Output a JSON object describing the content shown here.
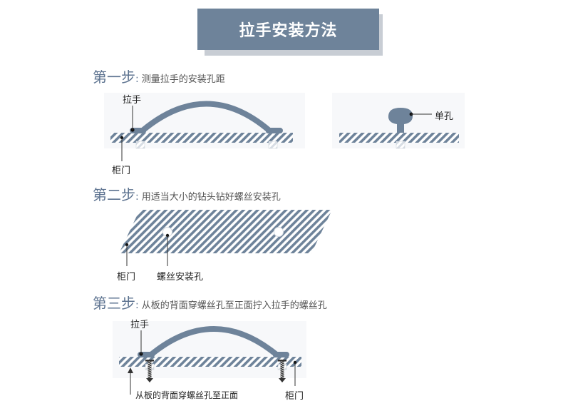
{
  "header": {
    "title": "拉手安装方法"
  },
  "steps": [
    {
      "title": "第一步",
      "colon": ":",
      "desc": "测量拉手的安装孔距"
    },
    {
      "title": "第二步",
      "colon": ":",
      "desc": "用适当大小的钻头钻好螺丝安装孔"
    },
    {
      "title": "第三步",
      "colon": ":",
      "desc": "从板的背面穿螺丝孔至正面拧入拉手的螺丝孔"
    }
  ],
  "labels": {
    "handle": "拉手",
    "cabinet_door": "柜门",
    "single_hole": "单孔",
    "screw_hole": "螺丝安装孔",
    "from_back": "从板的背面穿螺丝孔至正面"
  },
  "colors": {
    "banner_bg": "#6e839a",
    "handle": "#6e839a",
    "board_stripe_dark": "#6e839a",
    "board_stripe_light": "#ffffff",
    "step_title": "#5d7390",
    "screw": "#333333"
  }
}
